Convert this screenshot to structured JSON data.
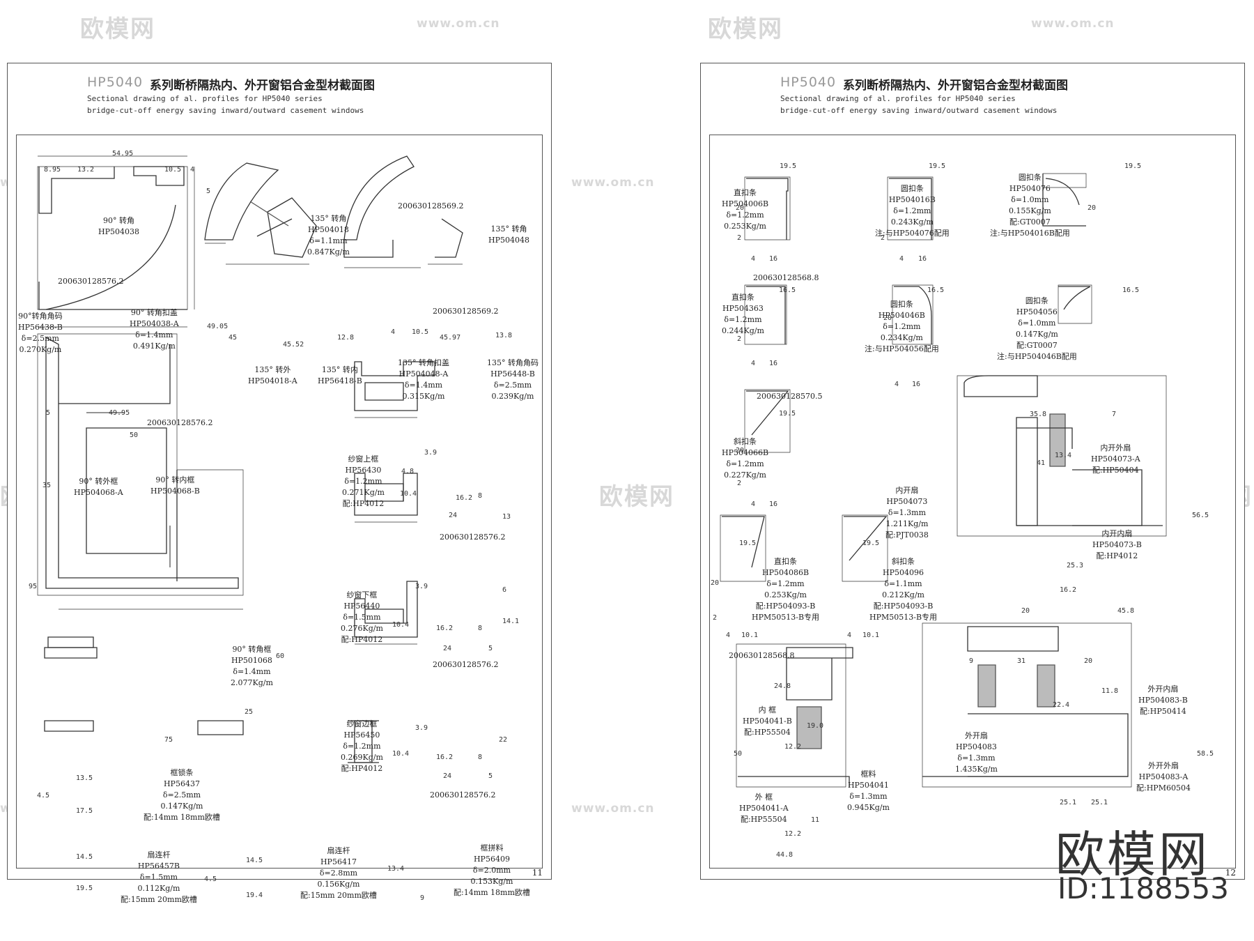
{
  "watermark": {
    "logo": "欧模网",
    "url": "www.om.cn"
  },
  "brand": {
    "name": "欧模网",
    "id": "ID:1188553"
  },
  "left_page": {
    "title_code": "HP5040",
    "title_cn": "系列断桥隔热内、外开窗铝合金型材截面图",
    "title_en1": "Sectional drawing of al. profiles for HP5040 series",
    "title_en2": "bridge-cut-off energy saving inward/outward casement windows",
    "page_number": "11",
    "labels": [
      "90° 转角\nHP504038",
      "200630128576.2",
      "90°转角角码\nHP56438-B\nδ=2.5mm\n0.270Kg/m",
      "90° 转角扣盖\nHP504038-A\nδ=1.4mm\n0.491Kg/m",
      "200630128576.2",
      "135° 转角\nHP504018\nδ=1.1mm\n0.847Kg/m",
      "135° 转外\nHP504018-A",
      "135° 转内\nHP56418-B",
      "200630128569.2",
      "135° 转角\nHP504048",
      "200630128569.2",
      "135° 转角扣盖\nHP504048-A\nδ=1.4mm\n0.315Kg/m",
      "135° 转角角码\nHP56448-B\nδ=2.5mm\n0.239Kg/m",
      "90° 转外框\nHP504068-A",
      "90° 转内框\nHP504068-B",
      "90° 转角框\nHP501068\nδ=1.4mm\n2.077Kg/m",
      "纱窗上框\nHP56430\nδ=1.2mm\n0.271Kg/m\n配:HP4012",
      "200630128576.2",
      "纱窗下框\nHP56440\nδ=1.5mm\n0.276Kg/m\n配:HP4012",
      "200630128576.2",
      "纱窗边框\nHP56450\nδ=1.2mm\n0.269Kg/m\n配:HP4012",
      "200630128576.2",
      "框锁条\nHP56437\nδ=2.5mm\n0.147Kg/m\n配:14mm 18mm欧槽",
      "扇连杆\nHP56457B\nδ=1.5mm\n0.112Kg/m\n配:15mm 20mm欧槽",
      "扇连杆\nHP56417\nδ=2.8mm\n0.156Kg/m\n配:15mm 20mm欧槽",
      "框拼料\nHP56409\nδ=2.0mm\n0.153Kg/m\n配:14mm 18mm欧槽"
    ],
    "dims": [
      "54.95",
      "8.95",
      "13.2",
      "10.5",
      "4",
      "5",
      "49.95",
      "5",
      "49.05",
      "45",
      "45.52",
      "12.8",
      "45.97",
      "13.8",
      "4",
      "10.5",
      "50",
      "35",
      "95",
      "60",
      "25",
      "75",
      "3.9",
      "4.8",
      "10.4",
      "16.2",
      "8",
      "24",
      "13",
      "3.9",
      "6",
      "10.4",
      "16.2",
      "8",
      "14.1",
      "24",
      "5",
      "3.9",
      "10.4",
      "16.2",
      "8",
      "22",
      "24",
      "5",
      "13.5",
      "4.5",
      "17.5",
      "14.5",
      "19.5",
      "14.5",
      "4.5",
      "19.4",
      "13.4",
      "9"
    ]
  },
  "right_page": {
    "title_code": "HP5040",
    "title_cn": "系列断桥隔热内、外开窗铝合金型材截面图",
    "title_en1": "Sectional drawing of al. profiles for HP5040 series",
    "title_en2": "bridge-cut-off energy saving inward/outward casement windows",
    "page_number": "12",
    "labels": [
      "直扣条\nHP504006B\nδ=1.2mm\n0.253Kg/m",
      "200630128568.8",
      "圆扣条\nHP504016B\nδ=1.2mm\n0.243Kg/m\n注:与HP504076配用",
      "圆扣条\nHP504076\nδ=1.0mm\n0.155Kg/m\n配:GT0007\n注:与HP504016B配用",
      "直扣条\nHP504363\nδ=1.2mm\n0.244Kg/m",
      "200630128570.5",
      "圆扣条\nHP504046B\nδ=1.2mm\n0.234Kg/m\n注:与HP504056配用",
      "圆扣条\nHP504056\nδ=1.0mm\n0.147Kg/m\n配:GT0007\n注:与HP504046B配用",
      "斜扣条\nHP504066B\nδ=1.2mm\n0.227Kg/m",
      "内开外扇\nHP504073-A\n配:HP50404",
      "内开扇\nHP504073\nδ=1.3mm\n1.211Kg/m\n配:PJT0038",
      "内开内扇\nHP504073-B\n配:HP4012",
      "直扣条\nHP504086B\nδ=1.2mm\n0.253Kg/m\n配:HP504093-B\nHPM50513-B专用",
      "斜扣条\nHP504096\nδ=1.1mm\n0.212Kg/m\n配:HP504093-B\nHPM50513-B专用",
      "200630128568.8",
      "内 框\nHP504041-B\n配:HP55504",
      "外 框\nHP504041-A\n配:HP55504",
      "框料\nHP504041\nδ=1.3mm\n0.945Kg/m",
      "外开扇\nHP504083\nδ=1.3mm\n1.435Kg/m",
      "外开内扇\nHP504083-B\n配:HP50414",
      "外开外扇\nHP504083-A\n配:HPM60504"
    ],
    "dims": [
      "19.5",
      "20",
      "2",
      "4",
      "16",
      "19.5",
      "2",
      "4",
      "16",
      "19.5",
      "20",
      "16.5",
      "2",
      "4",
      "16",
      "16.5",
      "20",
      "4",
      "16",
      "16.5",
      "19.5",
      "20",
      "2",
      "4",
      "16",
      "35.8",
      "7",
      "13.4",
      "41",
      "56.5",
      "25.3",
      "16.2",
      "20",
      "45.8",
      "19.5",
      "20",
      "2",
      "4",
      "10.1",
      "19.5",
      "4",
      "10.1",
      "24.8",
      "19.0",
      "12.2",
      "50",
      "11",
      "12.2",
      "44.8",
      "9",
      "31",
      "20",
      "11.8",
      "22.4",
      "58.5",
      "25.1",
      "25.1"
    ]
  }
}
